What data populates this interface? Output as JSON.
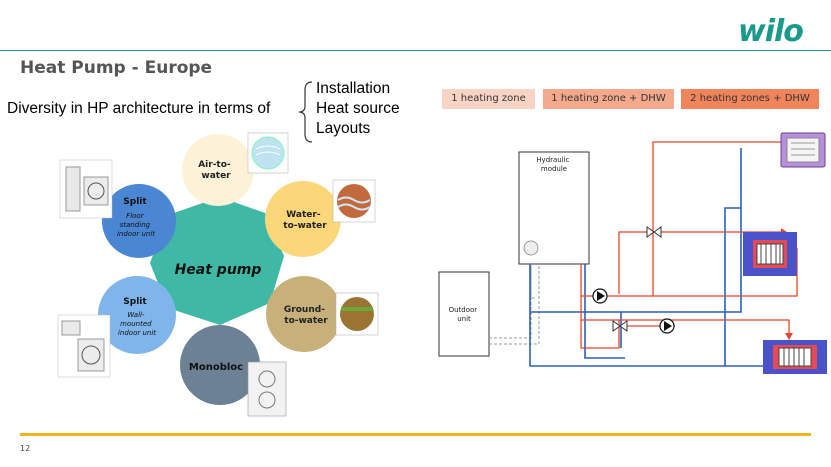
{
  "header": {
    "logo": "wilo",
    "title": "Heat Pump - Europe"
  },
  "intro": {
    "text": "Diversity in HP architecture in terms of",
    "items": [
      "Installation",
      "Heat source",
      "Layouts"
    ]
  },
  "hub": {
    "center": "Heat pump",
    "nodes": {
      "air": "Air-to-\nwater",
      "water": "Water-\nto-water",
      "ground": "Ground-\nto-water",
      "mono": "Monobloc",
      "split_floor": {
        "title": "Split",
        "sub": "Floor\nstanding\nindoor unit"
      },
      "split_wall": {
        "title": "Split",
        "sub": "Wall-\nmounted\nindoor unit"
      }
    }
  },
  "legend": [
    {
      "label": "1 heating zone",
      "color": "#f9d3c4"
    },
    {
      "label": "1 heating zone + DHW",
      "color": "#f5a98c"
    },
    {
      "label": "2 heating zones + DHW",
      "color": "#f0855c"
    }
  ],
  "diagram": {
    "hydraulic_module": "Hydraulic\nmodule",
    "outdoor_unit": "Outdoor\nunit"
  },
  "footer": {
    "page_number": "12"
  },
  "colors": {
    "accent": "#1a9a8a",
    "rule": "#f2b21a",
    "hot": "#e8452a",
    "cold": "#2a5fbf"
  }
}
